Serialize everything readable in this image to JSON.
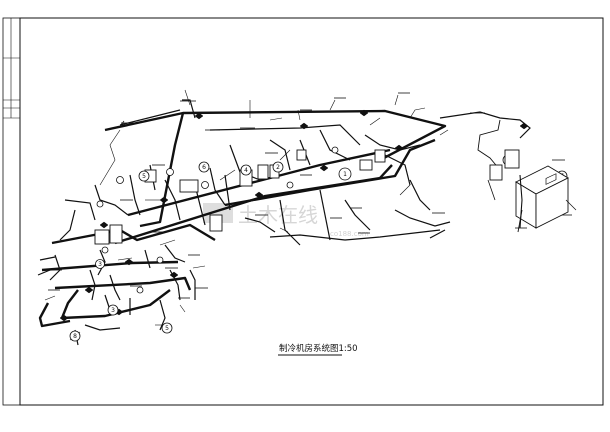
{
  "drawing": {
    "title": "制冷机房系统图1:50"
  },
  "watermark": {
    "text": "土木在线",
    "sub": "co188.com"
  },
  "equipment_tags": [
    "1",
    "2",
    "3",
    "4",
    "5",
    "6",
    "7",
    "8"
  ]
}
